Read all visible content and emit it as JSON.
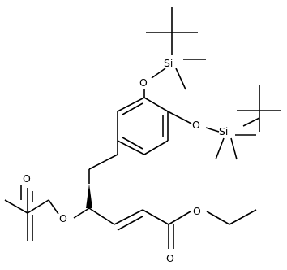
{
  "molecule": {
    "atoms": {
      "si_top": "Si",
      "si_right": "Si",
      "o_tbs_top": "O",
      "o_tbs_right": "O",
      "o_acetate_ester": "O",
      "o_acetate_carbonyl": "O",
      "o_ethyl_ester": "O",
      "o_ester_carbonyl": "O"
    }
  }
}
